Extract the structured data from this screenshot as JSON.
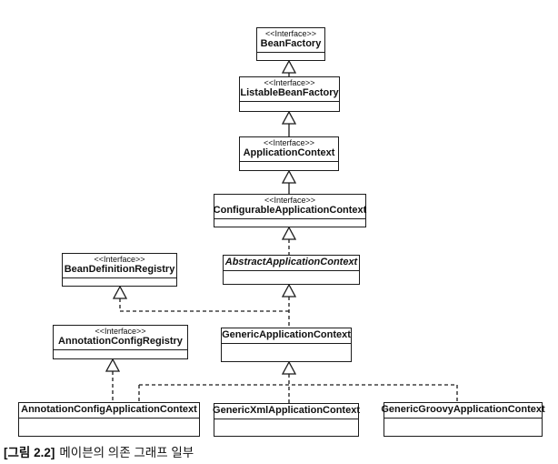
{
  "diagram": {
    "type": "uml-class-diagram",
    "nodes": {
      "beanFactory": {
        "stereotype": "<<Interface>>",
        "name": "BeanFactory"
      },
      "listableBeanFactory": {
        "stereotype": "<<Interface>>",
        "name": "ListableBeanFactory"
      },
      "applicationContext": {
        "stereotype": "<<Interface>>",
        "name": "ApplicationContext"
      },
      "configurableApplicationContext": {
        "stereotype": "<<Interface>>",
        "name": "ConfigurableApplicationContext"
      },
      "abstractApplicationContext": {
        "name": "AbstractApplicationContext"
      },
      "beanDefinitionRegistry": {
        "stereotype": "<<Interface>>",
        "name": "BeanDefinitionRegistry"
      },
      "annotationConfigRegistry": {
        "stereotype": "<<Interface>>",
        "name": "AnnotationConfigRegistry"
      },
      "genericApplicationContext": {
        "name": "GenericApplicationContext"
      },
      "annotationConfigApplicationContext": {
        "name": "AnnotationConfigApplicationContext"
      },
      "genericXmlApplicationContext": {
        "name": "GenericXmlApplicationContext"
      },
      "genericGroovyApplicationContext": {
        "name": "GenericGroovyApplicationContext"
      }
    },
    "caption": {
      "label": "[그림 2.2]",
      "text": "메이븐의 의존 그래프 일부"
    },
    "colors": {
      "line": "#1b1b1b",
      "background": "#ffffff",
      "text": "#111111"
    }
  }
}
